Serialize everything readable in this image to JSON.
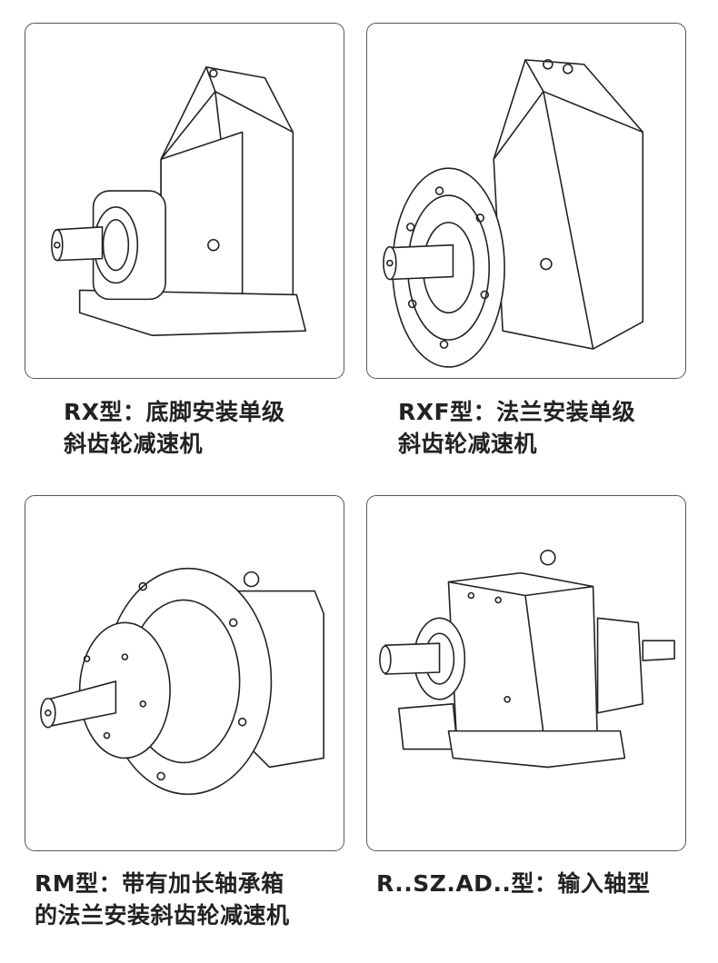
{
  "products": [
    {
      "model_label": "RX型：底脚安装单级",
      "description": "斜齿轮减速机",
      "icon": "foot-mounted-gear-reducer-drawing"
    },
    {
      "model_label": "RXF型：法兰安装单级",
      "description": "斜齿轮减速机",
      "icon": "flange-mounted-gear-reducer-drawing"
    },
    {
      "model_label": "RM型：带有加长轴承箱",
      "description": "的法兰安装斜齿轮减速机",
      "icon": "extended-bearing-flange-reducer-drawing"
    },
    {
      "model_label": "R..SZ.AD..型：输入轴型",
      "description": "",
      "icon": "input-shaft-gear-reducer-drawing"
    }
  ]
}
